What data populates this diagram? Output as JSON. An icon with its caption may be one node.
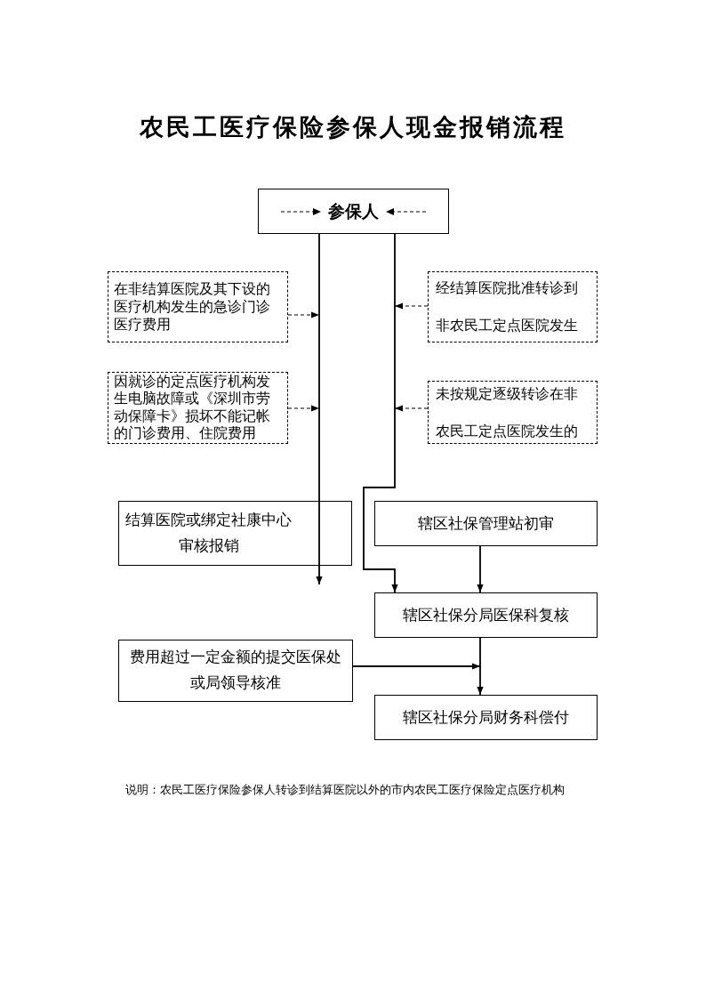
{
  "diagram": {
    "title": "农民工医疗保险参保人现金报销流程",
    "caption": "说明：农民工医疗保险参保人转诊到结算医院以外的市内农民工医疗保险定点医疗机构",
    "nodes": [
      {
        "text": [
          "参保人"
        ]
      },
      {
        "text": [
          "在非结算医院及其下设的医疗机构发生的急诊门诊医疗费用"
        ]
      },
      {
        "text": [
          "经结算医院批准转诊到非农民工定点医院发生"
        ]
      },
      {
        "text": [
          "因就诊的定点医疗机构发生电脑故障或《深圳市劳动保障卡》损坏不能记帐的门诊费用、住院费用"
        ]
      },
      {
        "text": [
          "未按规定逐级转诊在非农民工定点医院发生的"
        ]
      },
      {
        "text": [
          "结算医院或绑定社康中心审核报销"
        ]
      },
      {
        "text": [
          "辖区社保管理站初审"
        ]
      },
      {
        "text": [
          "辖区社保分局医保科复核"
        ]
      },
      {
        "text": [
          "费用超过一定金额的提交医保处或局领导核准"
        ]
      },
      {
        "text": [
          "辖区社保分局财务科偿付"
        ]
      }
    ],
    "edges": [
      {
        "from": 0,
        "to": 5,
        "arrow": "to"
      },
      {
        "from": 0,
        "to": 7,
        "arrow": "to"
      },
      {
        "from": 1,
        "to": null,
        "arrow": "to",
        "style": "dashed"
      },
      {
        "from": 2,
        "to": null,
        "arrow": "to",
        "style": "dashed"
      },
      {
        "from": 3,
        "to": null,
        "arrow": "to",
        "style": "dashed"
      },
      {
        "from": 4,
        "to": null,
        "arrow": "to",
        "style": "dashed"
      },
      {
        "from": 6,
        "to": 7,
        "arrow": "to"
      },
      {
        "from": 7,
        "to": 9,
        "arrow": "to"
      },
      {
        "from": 8,
        "to": null,
        "arrow": "to"
      }
    ]
  }
}
